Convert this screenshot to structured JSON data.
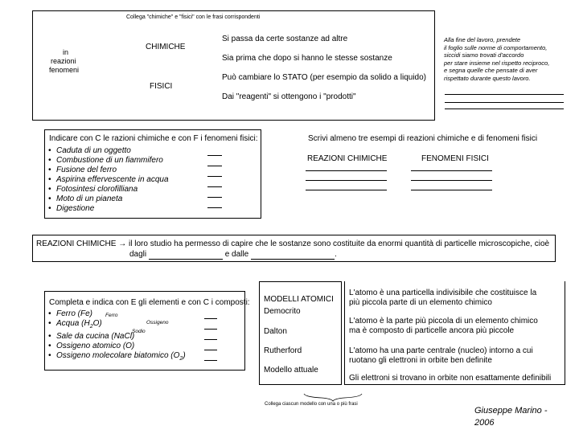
{
  "top": {
    "header": "Collega \"chimiche\" e \"fisici\" con le frasi corrispondenti",
    "left_label": [
      "in",
      "reazioni",
      "fenomeni"
    ],
    "chimiche": "CHIMICHE",
    "fisici": "FISICI",
    "phrases": [
      "Si passa da certe sostanze ad altre",
      "Sia prima che dopo si hanno le stesse sostanze",
      "Può cambiare lo STATO (per esempio da solido a liquido)",
      "Dai \"reagenti\" si ottengono i \"prodotti\""
    ]
  },
  "note": {
    "lines": [
      "Alla fine del lavoro, prendete",
      "il foglio sulle norme di comportamento,",
      "siccidi siamo trovati d'accordo",
      "per stare insieme nel rispetto reciproco,",
      "e segna quelle che pensate di aver",
      "rispettato durante questo lavoro."
    ]
  },
  "indicate": {
    "title": "Indicare con C le razioni chimiche e con F i fenomeni fisici:",
    "items": [
      "Caduta di un oggetto",
      "Combustione di un fiammifero",
      "Fusione del ferro",
      "Aspirina effervescente in acqua",
      "Fotosintesi clorofilliana",
      "Moto di un pianeta",
      "Digestione"
    ]
  },
  "examples": {
    "title": "Scrivi almeno tre esempi di reazioni chimiche e di fenomeni fisici",
    "col1": "REAZIONI CHIMICHE",
    "col2": "FENOMENI FISICI"
  },
  "reazioni": {
    "label": "REAZIONI CHIMICHE",
    "arrow": "→",
    "line1": "il loro studio ha permesso di capire che le sostanze sono costituite da enormi quantità di particelle microscopiche, cioè",
    "line2_a": "dagli",
    "line2_b": "e dalle",
    "line2_c": "."
  },
  "completa": {
    "title": "Completa e indica con E gli elementi e con C i composti:",
    "items": [
      {
        "name": "Ferro (Fe)",
        "note": "Ferro"
      },
      {
        "name": "Acqua (H",
        "sub": "2",
        "after": "O)",
        "note": "Ossigeno"
      },
      {
        "name": "Sale da cucina (NaCl)",
        "note": "Sodio"
      },
      {
        "name": "Ossigeno atomico (O)",
        "note": ""
      },
      {
        "name": "Ossigeno molecolare biatomico (O",
        "sub": "2",
        "after": ")",
        "note": ""
      }
    ]
  },
  "modelli": {
    "title": "MODELLI ATOMICI",
    "names": [
      "Democrito",
      "Dalton",
      "Rutherford",
      "Modello attuale"
    ],
    "descriptions": [
      [
        "L'atomo è una particella indivisibile che costituisce la",
        "più piccola parte di un elemento chimico"
      ],
      [
        "L'atomo è la parte più piccola di un elemento chimico",
        "ma è composto di particelle ancora più piccole"
      ],
      [
        "L'atomo ha una parte centrale (nucleo) intorno a cui",
        "ruotano gli elettroni in orbite ben definite"
      ],
      [
        "Gli elettroni si trovano in orbite non esattamente definibili"
      ]
    ],
    "footer": "Collega ciascun modello con una o più frasi"
  },
  "author": [
    "Giuseppe Marino -",
    "2006"
  ]
}
